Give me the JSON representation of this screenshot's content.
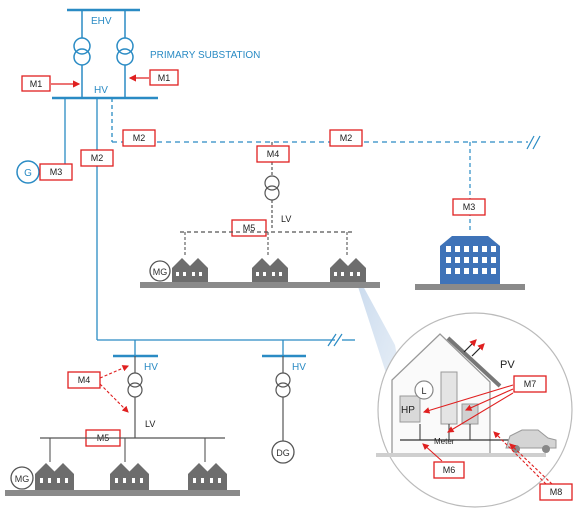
{
  "colors": {
    "line_blue": "#2a8bc4",
    "dark_line": "#555555",
    "box_red": "#e02020",
    "house": "#6d6d6d",
    "building": "#3f73b8",
    "ground": "#8a8a8a"
  },
  "top": {
    "ehv": "EHV",
    "hv": "HV",
    "primary_substation": "PRIMARY SUBSTATION"
  },
  "markers": {
    "m1_left": "M1",
    "m1_right": "M1",
    "m2_left": "M2",
    "m2_mid": "M2",
    "m2_right": "M2",
    "m3_gen": "M3",
    "m3_building": "M3",
    "m4_top": "M4",
    "m4_bottom": "M4",
    "m5_top": "M5",
    "m5_bottom": "M5",
    "m6": "M6",
    "m7": "M7",
    "m8": "M8"
  },
  "nodes": {
    "g": "G",
    "mg_top": "MG",
    "mg_bottom": "MG",
    "dg": "DG",
    "lv_top": "LV",
    "lv_bottom": "LV",
    "hv_left": "HV",
    "hv_right": "HV"
  },
  "detail": {
    "pv": "PV",
    "hp": "HP",
    "l": "L",
    "meter": "Meter"
  }
}
